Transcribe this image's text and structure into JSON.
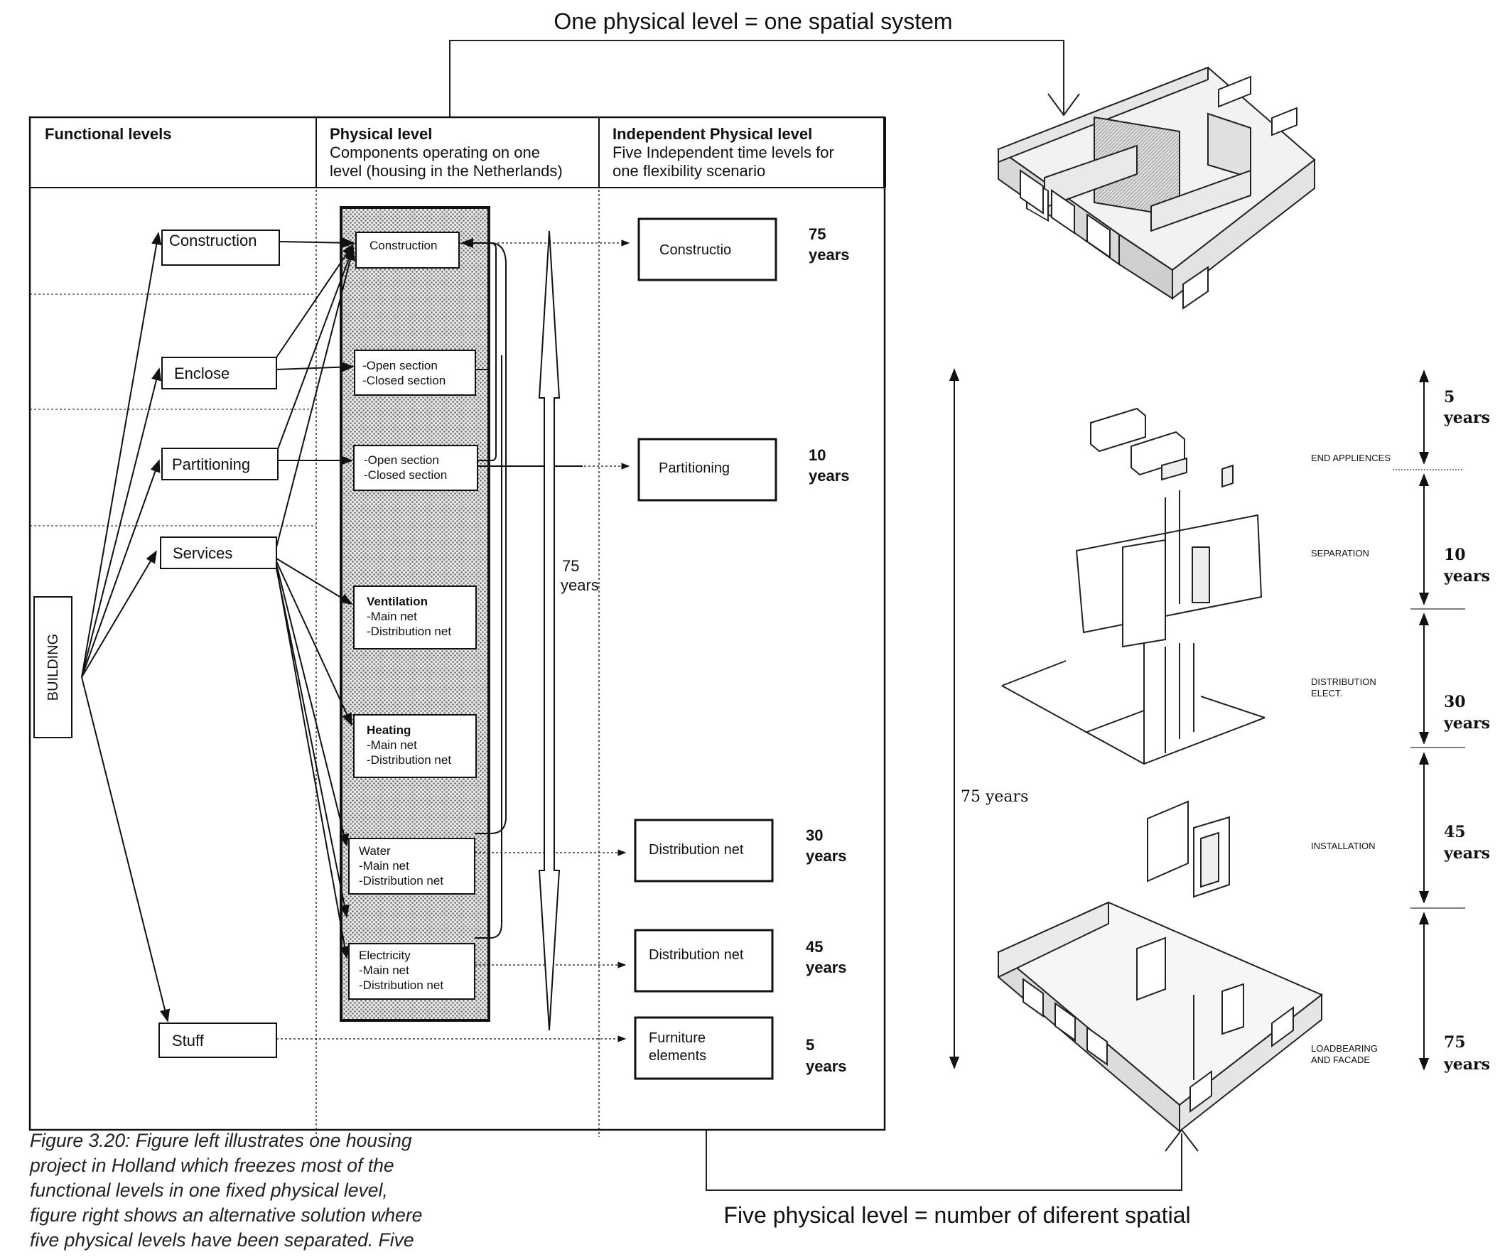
{
  "top_label": "One physical level = one spatial system",
  "bottom_label": "Five physical level = number of diferent spatial",
  "table": {
    "headers": [
      {
        "title": "Functional levels",
        "lines": []
      },
      {
        "title": "Physical level",
        "lines": [
          "Components operating on one",
          "level (housing in the Netherlands)"
        ]
      },
      {
        "title": "Independent Physical level",
        "lines": [
          "Five Independent time levels for",
          "one flexibility scenario"
        ]
      }
    ]
  },
  "building_label": "BUILDING",
  "functional_levels": [
    "Construction",
    "Enclose",
    "Partitioning",
    "Services",
    "Stuff"
  ],
  "physical_components": [
    {
      "title": "Construction",
      "lines": []
    },
    {
      "title": "-Open section",
      "lines": [
        "-Closed section"
      ]
    },
    {
      "title": "-Open section",
      "lines": [
        "-Closed section"
      ]
    },
    {
      "title": "Ventilation",
      "lines": [
        "-Main net",
        "-Distribution net"
      ]
    },
    {
      "title": "Heating",
      "lines": [
        "-Main net",
        "-Distribution net"
      ]
    },
    {
      "title": "Water",
      "lines": [
        "-Main net",
        "-Distribution net"
      ]
    },
    {
      "title": "Electricity",
      "lines": [
        "-Main net",
        "-Distribution net"
      ]
    }
  ],
  "middle_span": {
    "value": "75",
    "unit": "years"
  },
  "independent_levels": [
    {
      "label": [
        "Constructio"
      ],
      "value": "75",
      "unit": "years"
    },
    {
      "label": [
        "Partitioning"
      ],
      "value": "10",
      "unit": "years"
    },
    {
      "label": [
        "Distribution net"
      ],
      "value": "30",
      "unit": "years"
    },
    {
      "label": [
        "Distribution net"
      ],
      "value": "45",
      "unit": "years"
    },
    {
      "label": [
        "Furniture",
        "elements"
      ],
      "value": "5",
      "unit": "years"
    }
  ],
  "right_diagram": {
    "total_span": "75 years",
    "layers": [
      {
        "label": [
          "END APPLIENCES"
        ],
        "value": "5",
        "unit": "years"
      },
      {
        "label": [
          "SEPARATION"
        ],
        "value": "10",
        "unit": "years"
      },
      {
        "label": [
          "DISTRIBUTION",
          "ELECT."
        ],
        "value": "30",
        "unit": "years"
      },
      {
        "label": [
          "INSTALLATION"
        ],
        "value": "45",
        "unit": "years"
      },
      {
        "label": [
          "LOADBEARING",
          "AND FACADE"
        ],
        "value": "75",
        "unit": "years"
      }
    ]
  },
  "caption": "Figure 3.20: Figure left illustrates one housing project in Holland which freezes most of the functional levels in one fixed physical level, figure right shows an alternative solution where five physical levels have been separated. Five"
}
